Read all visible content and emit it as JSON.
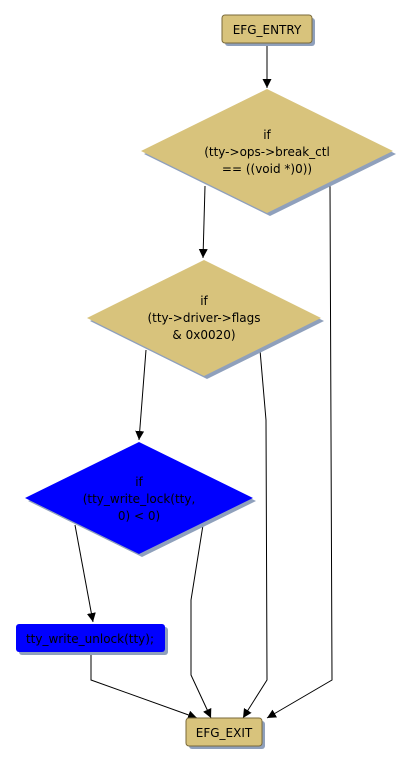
{
  "colors": {
    "decision_fill": "#d8c37c",
    "action_fill": "#0000ff",
    "shadow": "#8fa0bc",
    "edge": "#000000",
    "text_on_tan": "#000000",
    "text_on_blue": "#000000"
  },
  "nodes": {
    "entry": {
      "label": "EFG_ENTRY"
    },
    "cond1": {
      "lines": [
        "if",
        "(tty->ops->break_ctl",
        "== ((void *)0))"
      ]
    },
    "cond2": {
      "lines": [
        "if",
        "(tty->driver->flags",
        "& 0x0020)"
      ]
    },
    "cond3": {
      "lines": [
        "if",
        "(tty_write_lock(tty,",
        "0) < 0)"
      ]
    },
    "action": {
      "label": "tty_write_unlock(tty);"
    },
    "exit": {
      "label": "EFG_EXIT"
    }
  }
}
